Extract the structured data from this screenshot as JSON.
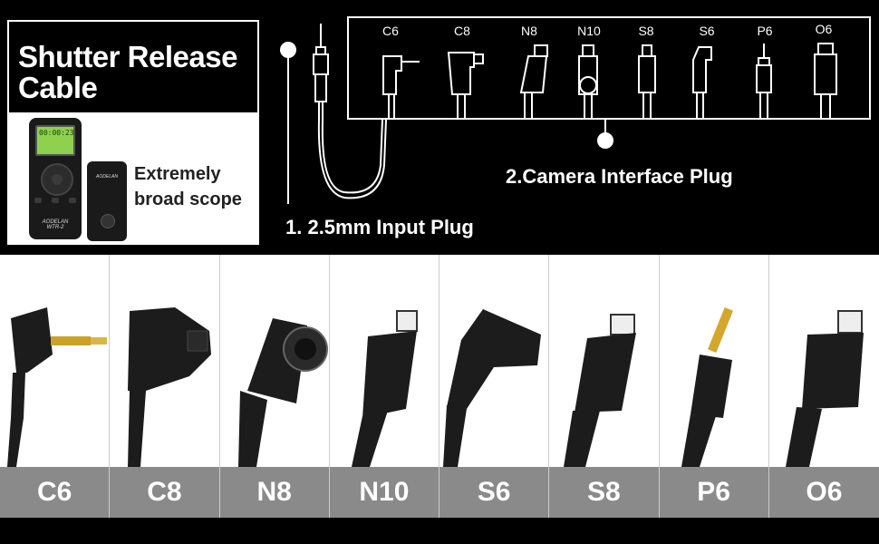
{
  "title": {
    "line1": "Shutter Release",
    "line2": "Cable"
  },
  "product": {
    "scope_line1": "Extremely",
    "scope_line2": "broad scope",
    "transmitter_brand": "AODELAN",
    "transmitter_model": "WTR-2",
    "receiver_brand": "AODELAN",
    "screen_text": "00:00:23"
  },
  "diagram": {
    "input_caption": "1. 2.5mm Input Plug",
    "interface_caption": "2.Camera Interface Plug",
    "plug_labels": [
      "C6",
      "C8",
      "N8",
      "N10",
      "S8",
      "S6",
      "P6",
      "O6"
    ]
  },
  "strip": {
    "labels": [
      "C6",
      "C8",
      "N8",
      "N10",
      "S6",
      "S8",
      "P6",
      "O6"
    ]
  },
  "colors": {
    "background": "#000000",
    "label_band": "#8a8a8a",
    "panel": "#ffffff"
  }
}
